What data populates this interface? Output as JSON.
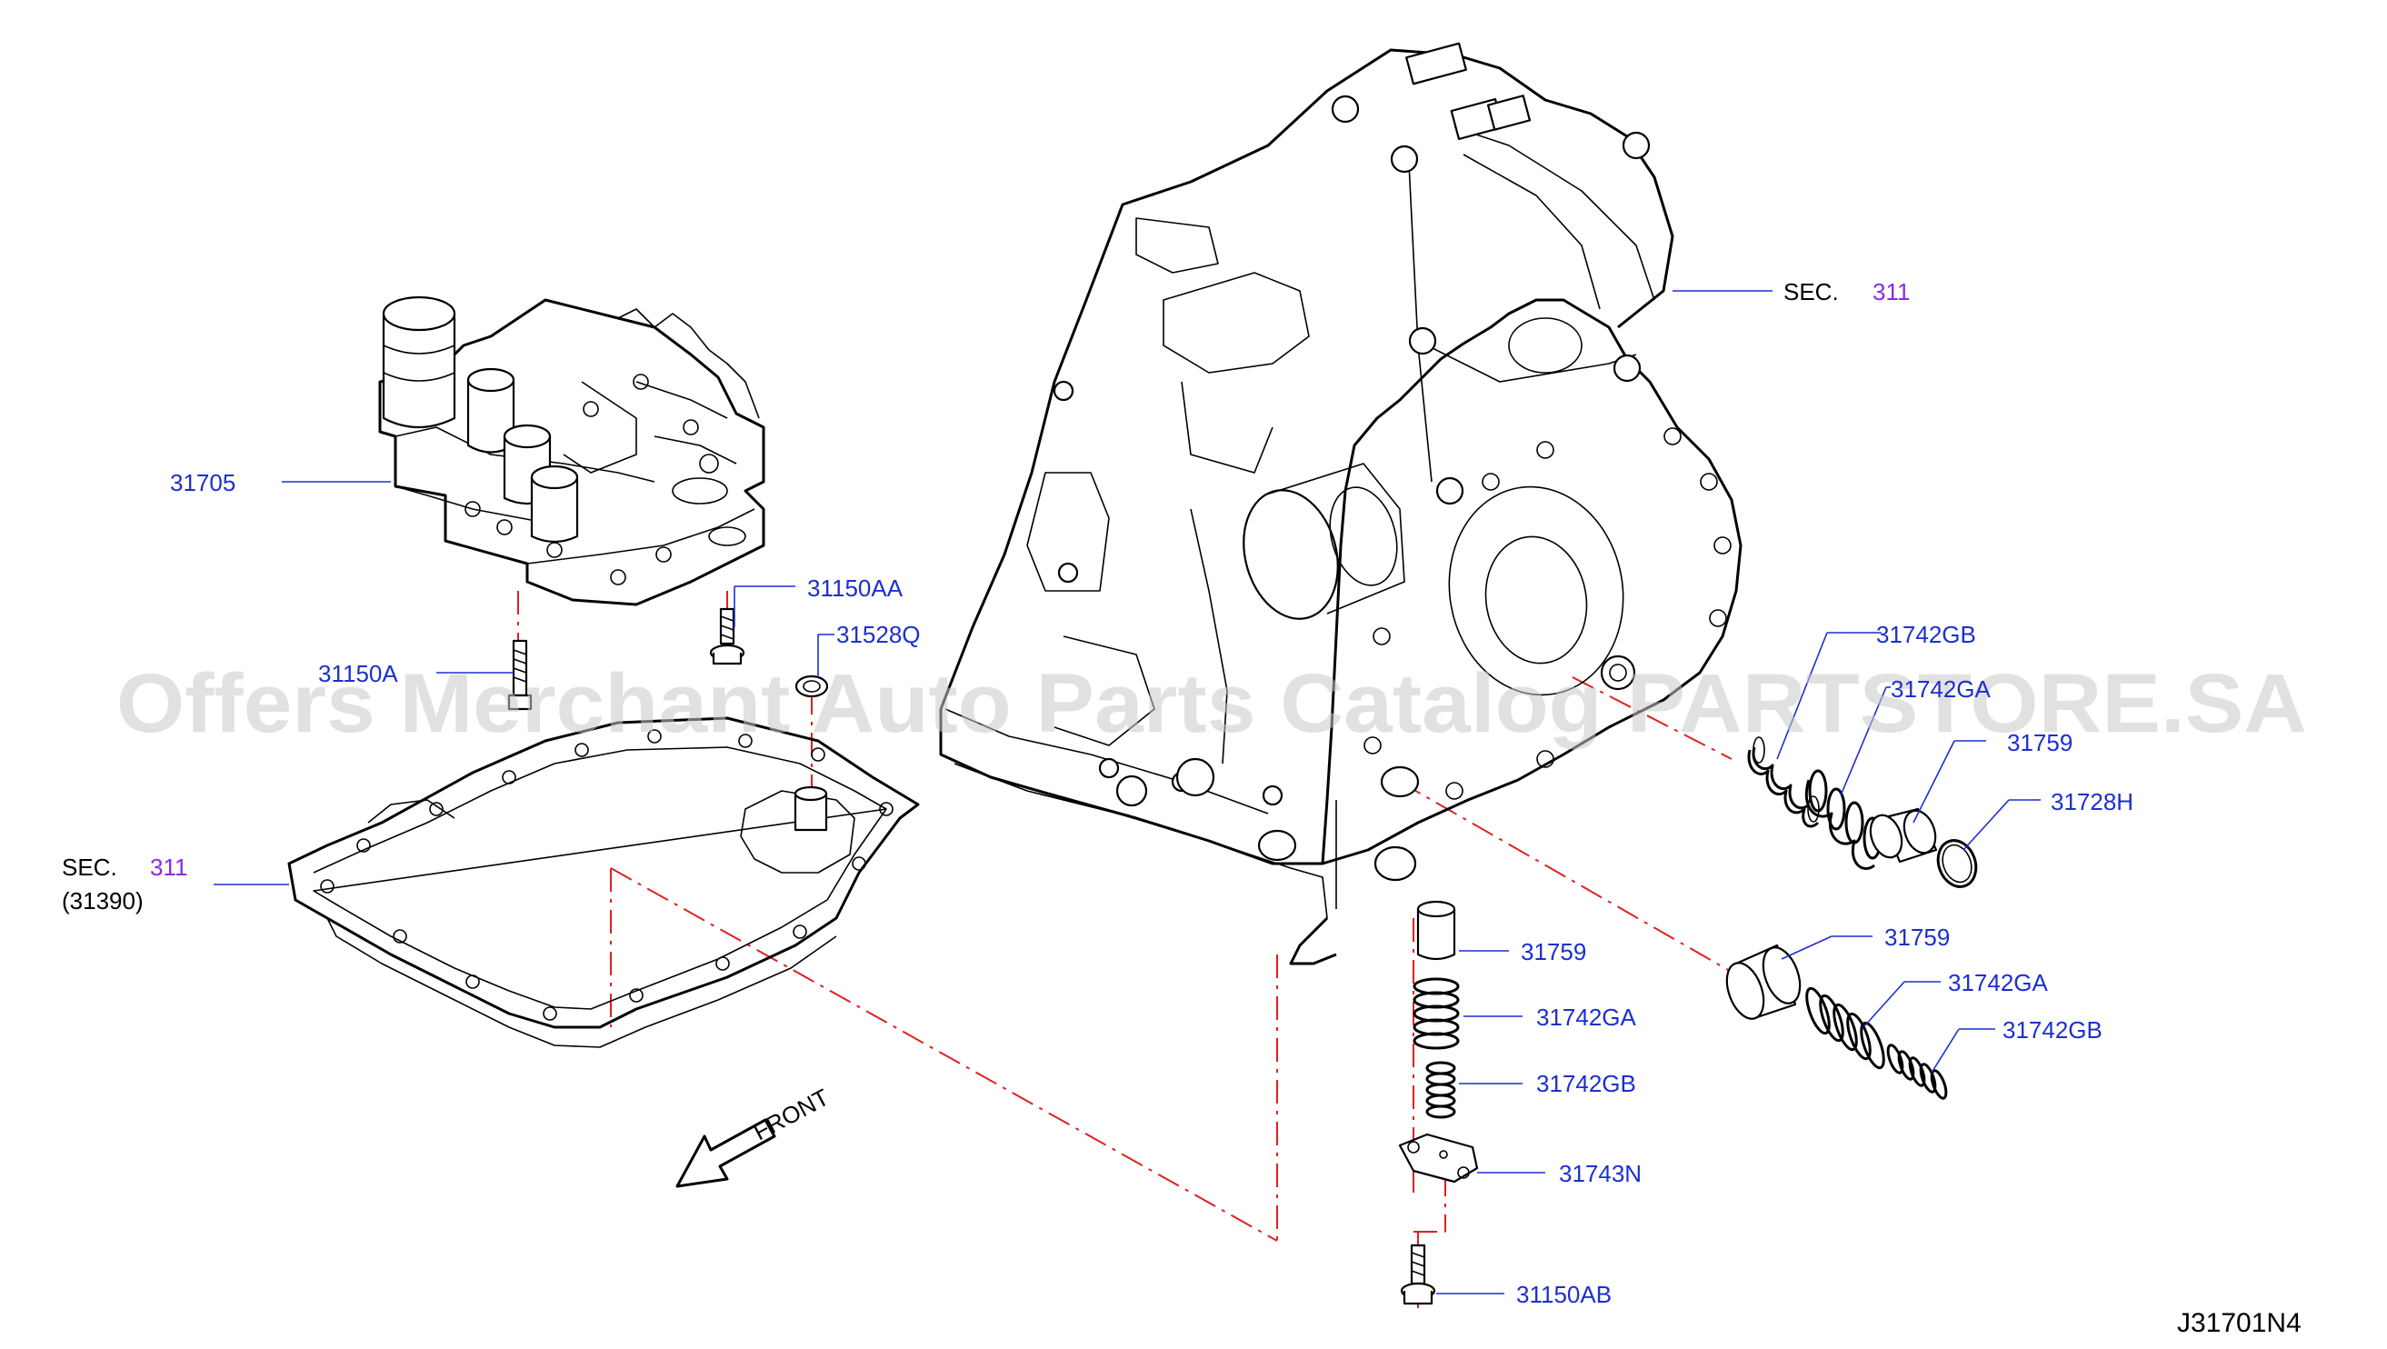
{
  "colors": {
    "part_label": "#1c2fd0",
    "section_number": "#8a2be2",
    "assembly_line": "#e02020",
    "watermark": "#c8c8c8"
  },
  "watermark": "Offers Merchant Auto Parts Catalog PARTSTORE.SA",
  "diagram_code": "J31701N4",
  "front_label": "FRONT",
  "sections": {
    "case": {
      "prefix": "SEC.",
      "number": "311"
    },
    "pan": {
      "prefix": "SEC.",
      "number": "311",
      "sub": "(31390)"
    }
  },
  "parts": {
    "control_valve": "31705",
    "bolt_aa": "31150AA",
    "washer_q": "31528Q",
    "bolt_a": "31150A",
    "spring_gb_top": "31742GB",
    "spring_ga_top": "31742GA",
    "piston_top": "31759",
    "oring_h": "31728H",
    "piston_mid": "31759",
    "spring_ga_mid": "31742GA",
    "spring_gb_mid": "31742GB",
    "piston_low": "31759",
    "spring_ga_low": "31742GA",
    "spring_gb_low": "31742GB",
    "plate_n": "31743N",
    "bolt_ab": "31150AB"
  }
}
